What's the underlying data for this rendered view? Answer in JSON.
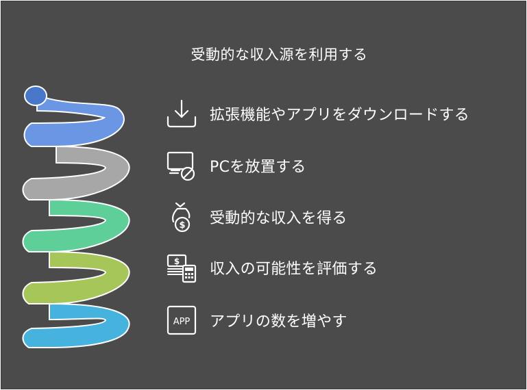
{
  "title": "受動的な収入源を利用する",
  "steps": [
    {
      "label": "拡張機能やアプリをダウンロードする",
      "icon": "download-icon",
      "color": "#6a96e3"
    },
    {
      "label": "PCを放置する",
      "icon": "idle-pc-icon",
      "color": "#a7a7a7"
    },
    {
      "label": "受動的な収入を得る",
      "icon": "money-bag-icon",
      "color": "#5ecf98"
    },
    {
      "label": "収入の可能性を評価する",
      "icon": "money-calculator-icon",
      "color": "#a6c65a"
    },
    {
      "label": "アプリの数を増やす",
      "icon": "app-icon",
      "color": "#46b3df"
    }
  ],
  "app_icon_text": "APP"
}
